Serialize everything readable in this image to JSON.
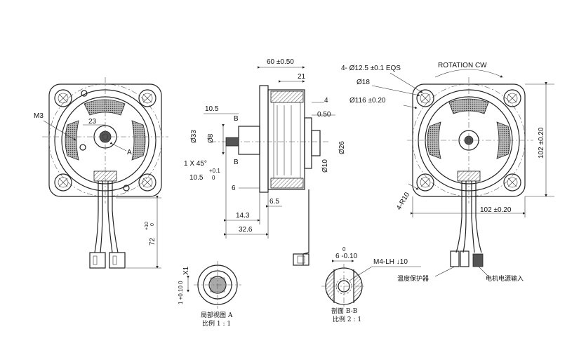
{
  "front_view": {
    "label_m3": "M3",
    "dim_23": "23",
    "label_a": "A"
  },
  "side_view": {
    "dim_60": "60 ±0.50",
    "dim_21": "21",
    "dim_4": "4",
    "dim_050": "0.50",
    "dim_105": "10.5",
    "label_b_top": "B",
    "label_b_bot": "B",
    "dim_phi33": "Ø33",
    "dim_phi8": "Ø8",
    "dim_phi26": "Ø26",
    "dim_phi10": "Ø10",
    "chamfer": "1 X 45°",
    "tol_upper": "+0.1",
    "dim_105_b": "10.5",
    "tol_lower": "0",
    "dim_6": "6",
    "dim_65": "6.5",
    "dim_143": "14.3",
    "dim_326": "32.6"
  },
  "rear_view": {
    "holes": "4- Ø12.5 ±0.1 EQS",
    "rotation": "ROTATION CW",
    "dim_phi18": "Ø18",
    "dim_phi116": "Ø116 ±0.20",
    "dim_102_v": "102 ±0.20",
    "radius": "4-R10",
    "dim_102_h": "102 ±0.20",
    "label_thermal": "温度保护器",
    "label_power": "电机电源输入"
  },
  "lead_dim": {
    "dim_72": "72",
    "tol_upper": "+10",
    "tol_lower": "0"
  },
  "detail_a": {
    "dim_x1": "X1",
    "tol": "1 +0.10 0",
    "caption_1": "局部视图 A",
    "caption_2": "比例 1 : 1"
  },
  "section_bb": {
    "dim_6": "6 -0.10",
    "tol_top": "0",
    "thread": "M4-LH ↓10",
    "caption_1": "剖面 B-B",
    "caption_2": "比例 2 : 1"
  }
}
